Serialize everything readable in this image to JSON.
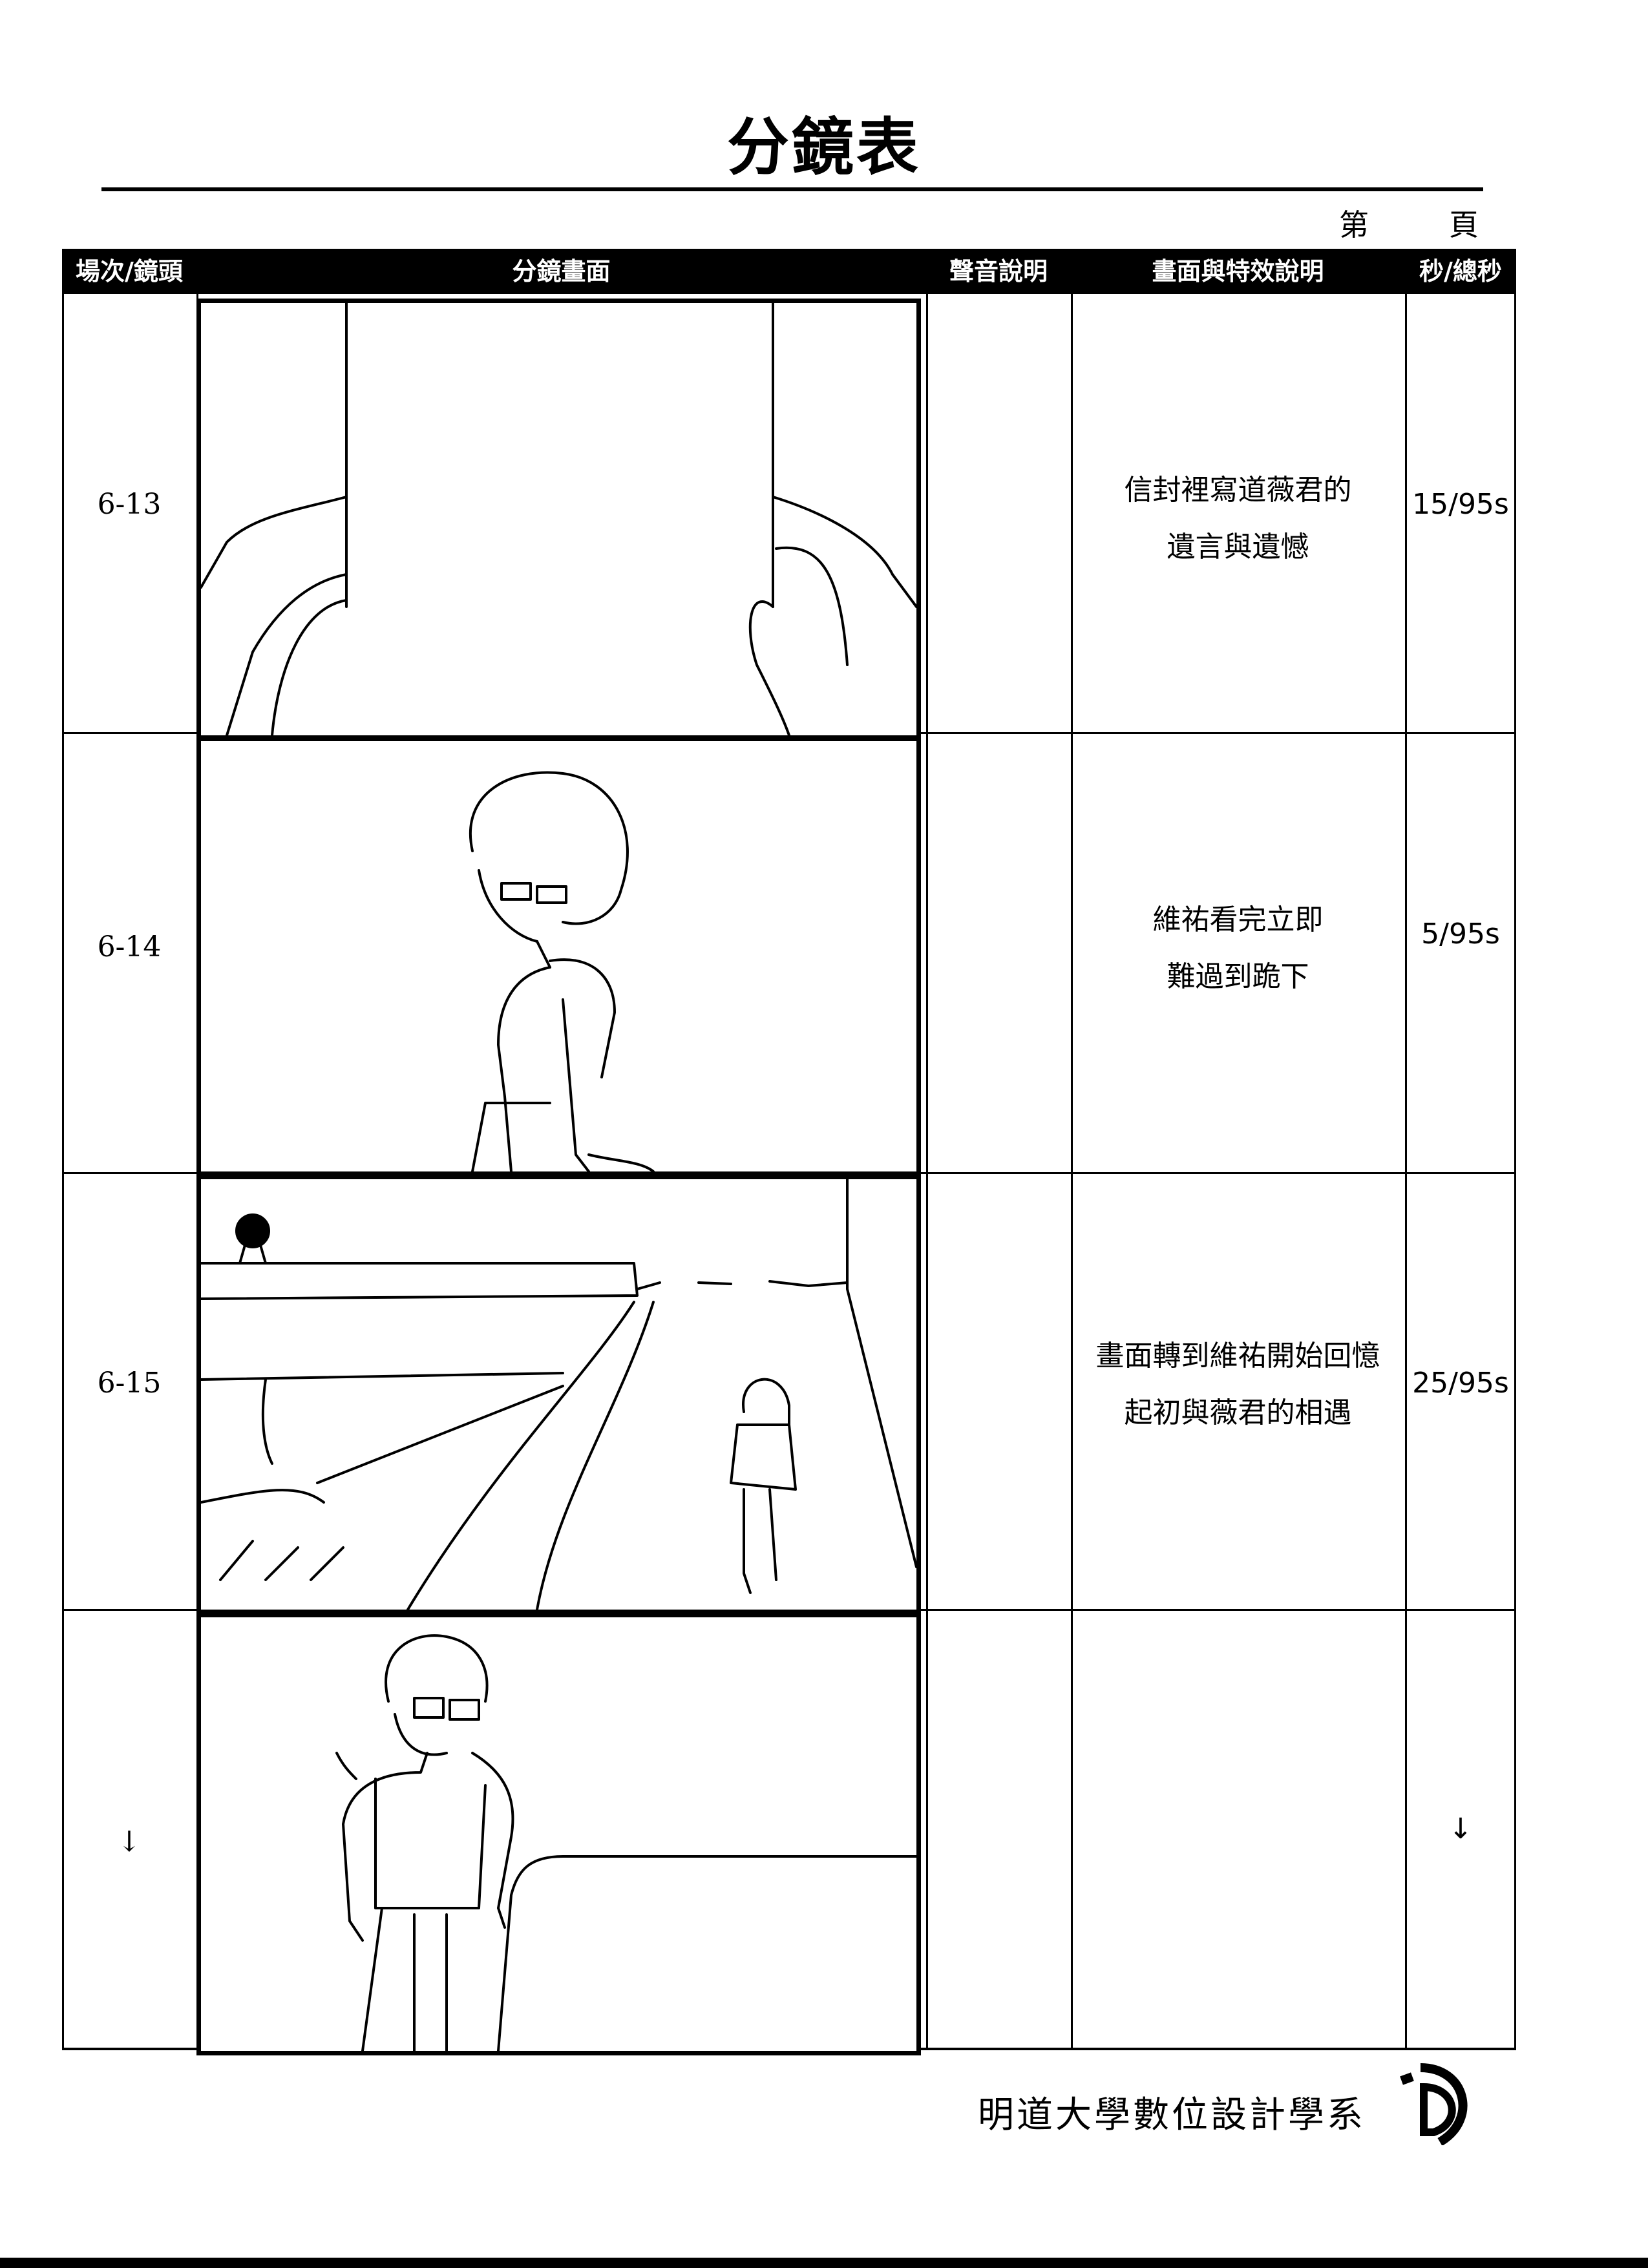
{
  "title": "分鏡表",
  "page_label": {
    "prefix": "第",
    "suffix": "頁"
  },
  "columns": [
    "場次/鏡頭",
    "分鏡畫面",
    "聲音說明",
    "畫面與特效說明",
    "秒/總秒"
  ],
  "rows": [
    {
      "scene": "6-13",
      "sound": "",
      "description": [
        "信封裡寫道薇君的",
        "遺言與遺憾"
      ],
      "seconds": "15/95s"
    },
    {
      "scene": "6-14",
      "sound": "",
      "description": [
        "維祐看完立即",
        "難過到跪下"
      ],
      "seconds": "5/95s"
    },
    {
      "scene": "6-15",
      "sound": "",
      "description": [
        "畫面轉到維祐開始回憶",
        "起初與薇君的相遇"
      ],
      "seconds": "25/95s"
    },
    {
      "scene": "↓",
      "sound": "",
      "description": [
        "",
        ""
      ],
      "seconds": "↓"
    }
  ],
  "footer": {
    "department": "明道大學數位設計學系",
    "logo": "iD"
  }
}
